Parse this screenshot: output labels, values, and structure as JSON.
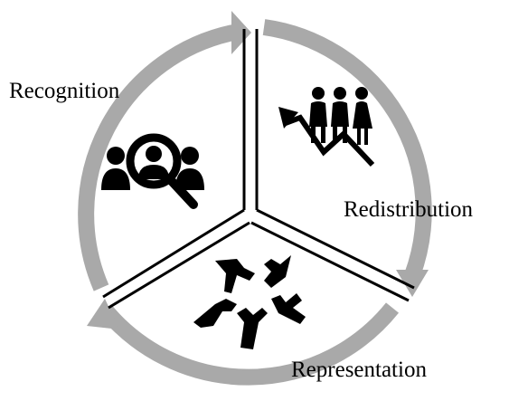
{
  "labels": {
    "recognition": "Recognition",
    "redistribution": "Redistribution",
    "representation": "Representation"
  },
  "colors": {
    "arrow": "#a9a9a9",
    "ink": "#000000",
    "background": "#ffffff"
  },
  "icons": {
    "recognition": "magnifier-over-people-icon",
    "redistribution": "people-rising-trend-icon",
    "representation": "joined-hands-icon"
  }
}
